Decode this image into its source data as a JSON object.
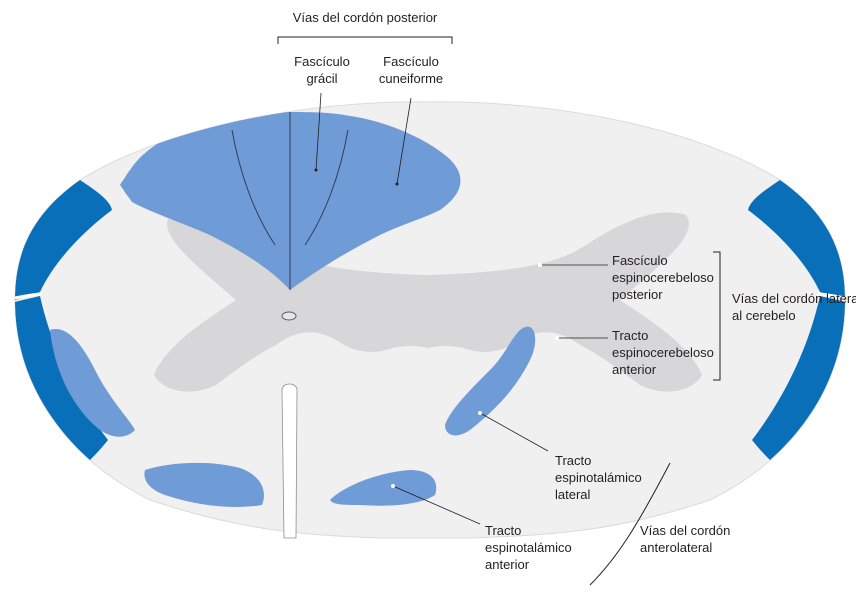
{
  "colors": {
    "white_matter": "#f0f0f1",
    "grey_matter": "#d7d7d9",
    "dorsal_column": "#6f9bd6",
    "dark_tract": "#0a6fb9",
    "light_tract": "#6f9bd6",
    "leader_line": "#231f20"
  },
  "labels": {
    "dorsal_group_title": "Vías del cordón posterior",
    "gracile_line1": "Fascículo",
    "gracile_line2": "grácil",
    "cuneate_line1": "Fascículo",
    "cuneate_line2": "cuneiforme",
    "post_spinocerebellar_line1": "Fascículo",
    "post_spinocerebellar_line2": "espinocerebeloso",
    "post_spinocerebellar_line3": "posterior",
    "ant_spinocerebellar_line1": "Tracto",
    "ant_spinocerebellar_line2": "espinocerebeloso",
    "ant_spinocerebellar_line3": "anterior",
    "lateral_group_line1": "Vías del cordón lateral",
    "lateral_group_line2": "al cerebelo",
    "lat_spinothalamic_line1": "Tracto",
    "lat_spinothalamic_line2": "espinotalámico",
    "lat_spinothalamic_line3": "lateral",
    "ant_spinothalamic_line1": "Tracto",
    "ant_spinothalamic_line2": "espinotalámico",
    "ant_spinothalamic_line3": "anterior",
    "anterolateral_group_line1": "Vías del cordón",
    "anterolateral_group_line2": "anterolateral"
  }
}
